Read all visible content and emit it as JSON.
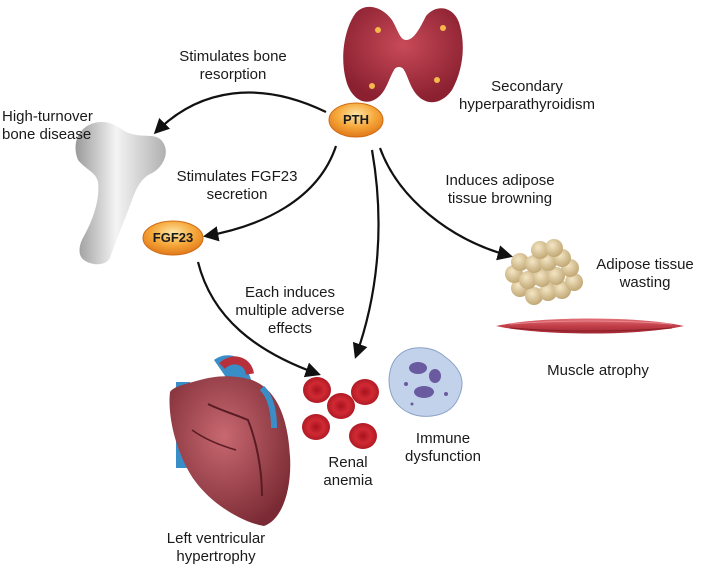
{
  "nodes": {
    "pth": "PTH",
    "fgf23": "FGF23"
  },
  "labels": {
    "secondary_hpt": "Secondary hyperparathyroidism",
    "stimulates_bone_resorption": "Stimulates bone resorption",
    "high_turnover_bone": "High-turnover bone disease",
    "stimulates_fgf23": "Stimulates FGF23 secretion",
    "induces_adipose_browning": "Induces adipose tissue browning",
    "adipose_wasting": "Adipose tissue wasting",
    "each_induces": "Each induces multiple adverse effects",
    "muscle_atrophy": "Muscle atrophy",
    "immune_dysfunction": "Immune dysfunction",
    "renal_anemia": "Renal anemia",
    "lvh": "Left ventricular hypertrophy"
  },
  "colors": {
    "node_orange": "#f08a1c",
    "node_highlight": "#fcd27a",
    "thyroid": "#a8303f",
    "rbc": "#c8202c",
    "muscle": "#c84a52",
    "fat": "#d8c49a",
    "immune": "#b8c8e0",
    "heart": "#9c3a44",
    "vessel_blue": "#3a8ec8",
    "arrow": "#111111"
  }
}
